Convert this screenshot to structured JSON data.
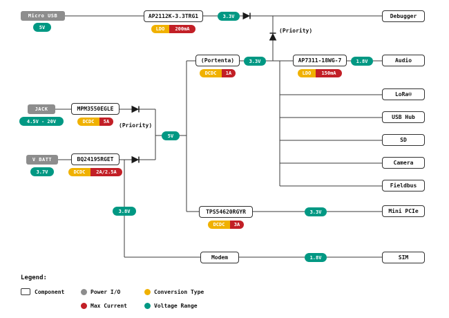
{
  "diagram": {
    "nodes": {
      "micro_usb": {
        "label": "Micro USB",
        "voltage": "5V"
      },
      "jack": {
        "label": "JACK",
        "voltage": "4.5V - 20V"
      },
      "vbatt": {
        "label": "V BATT",
        "voltage": "3.7V"
      },
      "ap2112k": {
        "label": "AP2112K-3.3TRG1",
        "conversion": "LDO",
        "current": "200mA"
      },
      "portenta": {
        "label": "(Portenta)",
        "conversion": "DCDC",
        "current": "1A"
      },
      "ap7311": {
        "label": "AP7311-18WG-7",
        "conversion": "LDO",
        "current": "150mA"
      },
      "mpm3550": {
        "label": "MPM3550EGLE",
        "conversion": "DCDC",
        "current": "5A"
      },
      "bq24195": {
        "label": "BQ24195RGET",
        "conversion": "DCDC",
        "current": "2A/2.5A"
      },
      "tps54620": {
        "label": "TPS54620RGYR",
        "conversion": "DCDC",
        "current": "3A"
      },
      "modem": {
        "label": "Modem"
      },
      "debugger": {
        "label": "Debugger"
      },
      "audio": {
        "label": "Audio"
      },
      "lora": {
        "label": "LoRa®"
      },
      "usb_hub": {
        "label": "USB Hub"
      },
      "sd": {
        "label": "SD"
      },
      "camera": {
        "label": "Camera"
      },
      "fieldbus": {
        "label": "Fieldbus"
      },
      "mini_pcie": {
        "label": "Mini PCIe"
      },
      "sim": {
        "label": "SIM"
      }
    },
    "rails": {
      "usb_33": "3.3V",
      "five_v": "5V",
      "portenta_33": "3.3V",
      "audio_18": "1.8V",
      "batt_38": "3.8V",
      "pcie_33": "3.3V",
      "sim_18": "1.8V"
    },
    "priority_top": "(Priority)",
    "priority_mid": "(Priority)"
  },
  "legend": {
    "title": "Legend:",
    "component": "Component",
    "power_io": "Power I/O",
    "conversion_type": "Conversion Type",
    "max_current": "Max Current",
    "voltage_range": "Voltage Range"
  },
  "colors": {
    "teal": "#009883",
    "yellow": "#F0B100",
    "red": "#C21F26",
    "gray": "#8D8D8D"
  }
}
